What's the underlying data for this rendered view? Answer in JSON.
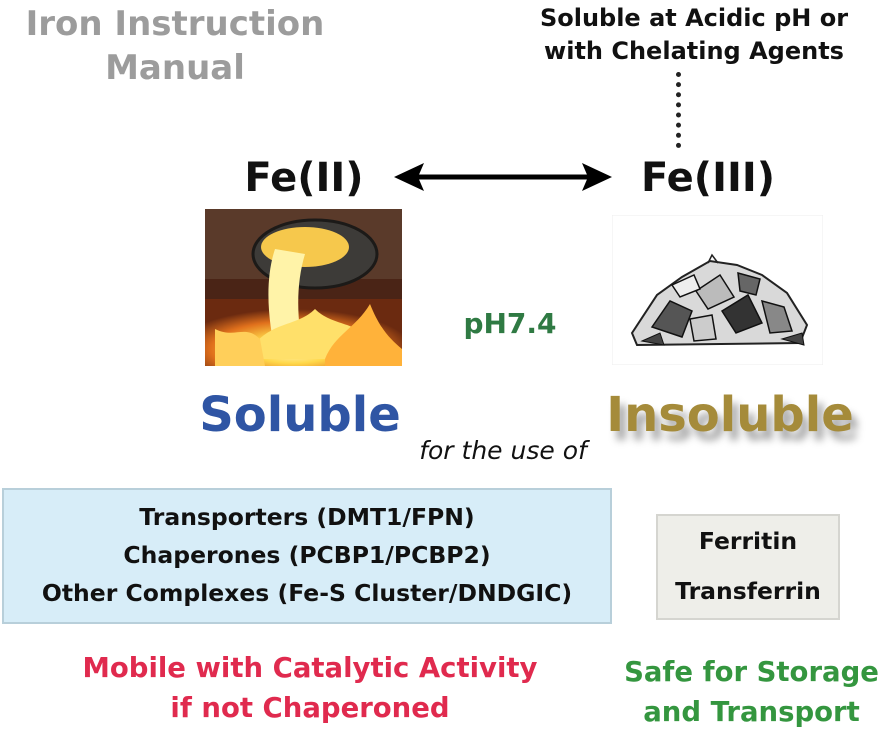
{
  "title": [
    "Iron Instruction",
    "Manual"
  ],
  "acid_note": [
    "Soluble at Acidic pH or",
    "with Chelating Agents"
  ],
  "fe2_label": "Fe(II)",
  "fe3_label": "Fe(III)",
  "ph_label": "pH7.4",
  "soluble_label": "Soluble",
  "insoluble_label": "Insoluble",
  "use_of": "for the use of",
  "soluble_uses": [
    "Transporters (DMT1/FPN)",
    "Chaperones (PCBP1/PCBP2)",
    "Other Complexes (Fe-S Cluster/DNDGIC)"
  ],
  "insoluble_uses": [
    "Ferritin",
    "Transferrin"
  ],
  "soluble_note": [
    "Mobile with Catalytic Activity",
    "if not Chaperoned"
  ],
  "insoluble_note": [
    "Safe for Storage",
    "and Transport"
  ],
  "colors": {
    "title": "#9c9c9c",
    "soluble": "#2f55a4",
    "insoluble": "#a58b3a",
    "ph": "#2f7a43",
    "mobile_note": "#e02a4e",
    "safe_note": "#34963f",
    "blue_box": "#d7edf8",
    "gray_box": "#eeeee9"
  }
}
